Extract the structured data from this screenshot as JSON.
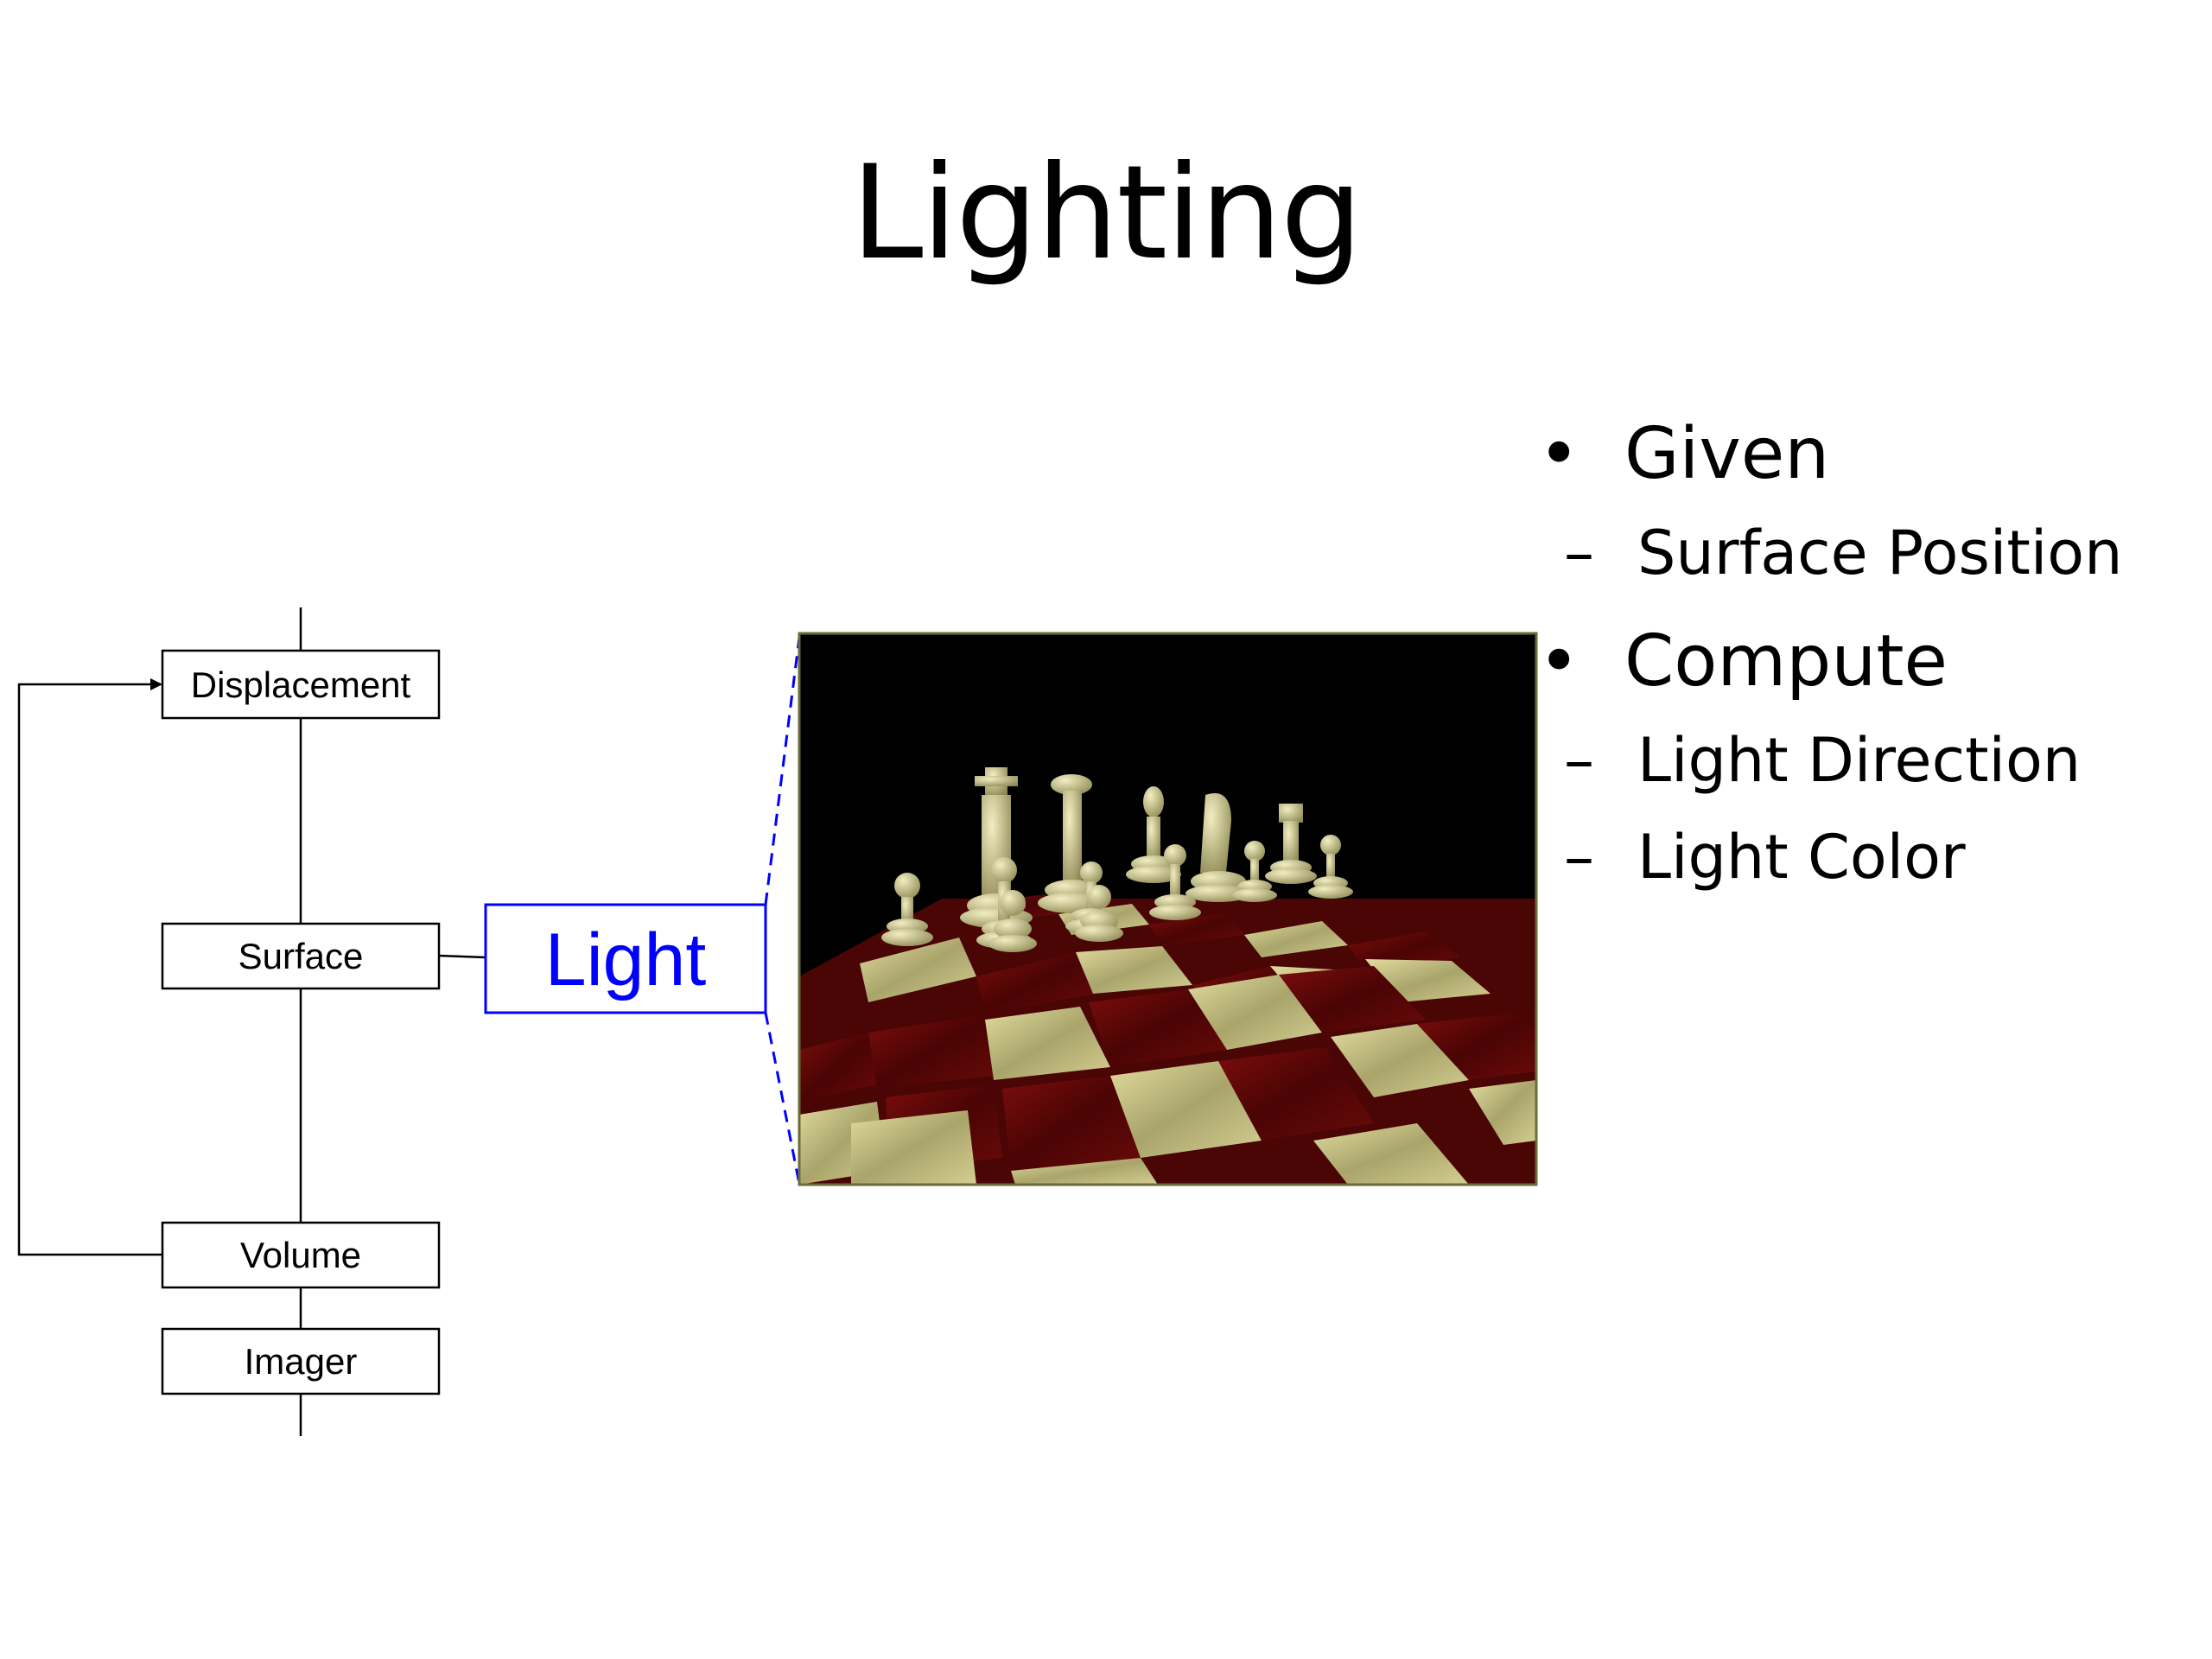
{
  "slide": {
    "title": "Lighting"
  },
  "diagram": {
    "nodes": {
      "displacement": "Displacement",
      "surface": "Surface",
      "volume": "Volume",
      "imager": "Imager",
      "light": "Light"
    }
  },
  "image": {
    "subject": "chess-board-render",
    "colors": {
      "background": "#000000",
      "dark_square": "#6e0a0a",
      "light_square": "#c8c28a",
      "pieces": "#d6d29a",
      "callout_line": "#0000ff"
    }
  },
  "bullets": [
    {
      "text": "Given",
      "sub": [
        "Surface Position"
      ]
    },
    {
      "text": "Compute",
      "sub": [
        "Light Direction",
        "Light Color"
      ]
    }
  ]
}
